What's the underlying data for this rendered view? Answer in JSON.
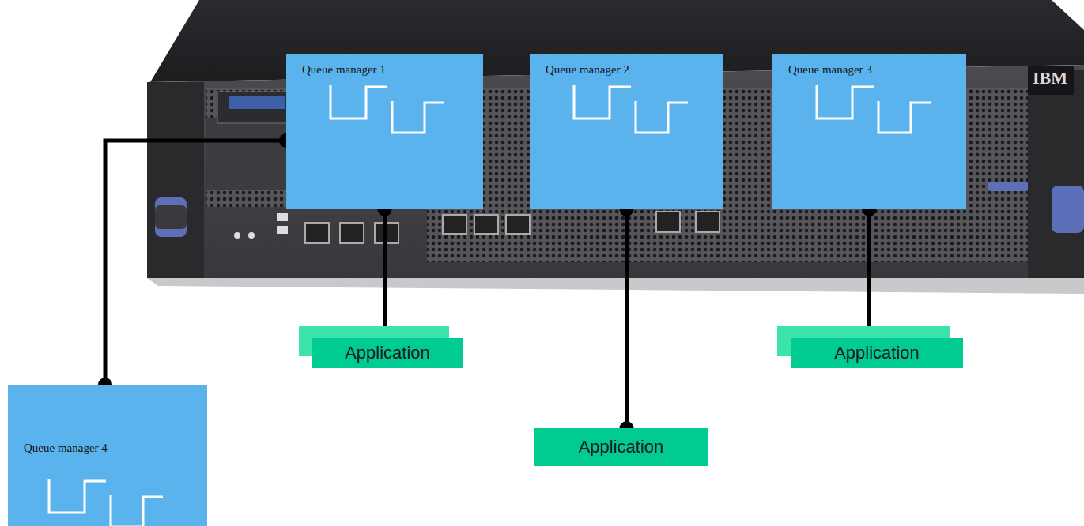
{
  "diagram": {
    "nodes": [
      {
        "text": [
          "Queue manager 1"
        ]
      },
      {
        "text": [
          "Queue manager 2"
        ]
      },
      {
        "text": [
          "Queue manager 3"
        ]
      },
      {
        "text": [
          "Queue manager 4"
        ]
      },
      {
        "text": [
          "Application"
        ]
      },
      {
        "text": [
          "Application"
        ]
      },
      {
        "text": [
          "Application"
        ]
      }
    ],
    "edges": [
      {
        "from": 0,
        "to": 3,
        "arrow": "none"
      },
      {
        "from": 0,
        "to": 4,
        "arrow": "none"
      },
      {
        "from": 1,
        "to": 5,
        "arrow": "none"
      },
      {
        "from": 2,
        "to": 6,
        "arrow": "none"
      }
    ],
    "labels": [
      "IBM"
    ]
  }
}
